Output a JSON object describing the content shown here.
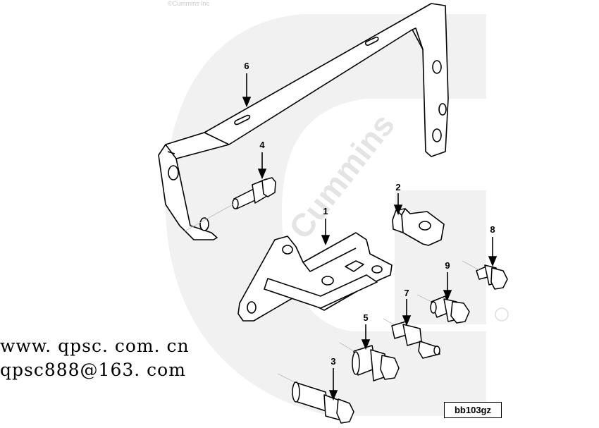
{
  "copyright": "©Cummins Inc",
  "website": "www. qpsc. com. cn",
  "email": "qpsc888@163. com",
  "figure_id": "bb103gz",
  "callouts": [
    "1",
    "2",
    "3",
    "4",
    "5",
    "6",
    "7",
    "8",
    "9"
  ],
  "watermark": "Cummins"
}
